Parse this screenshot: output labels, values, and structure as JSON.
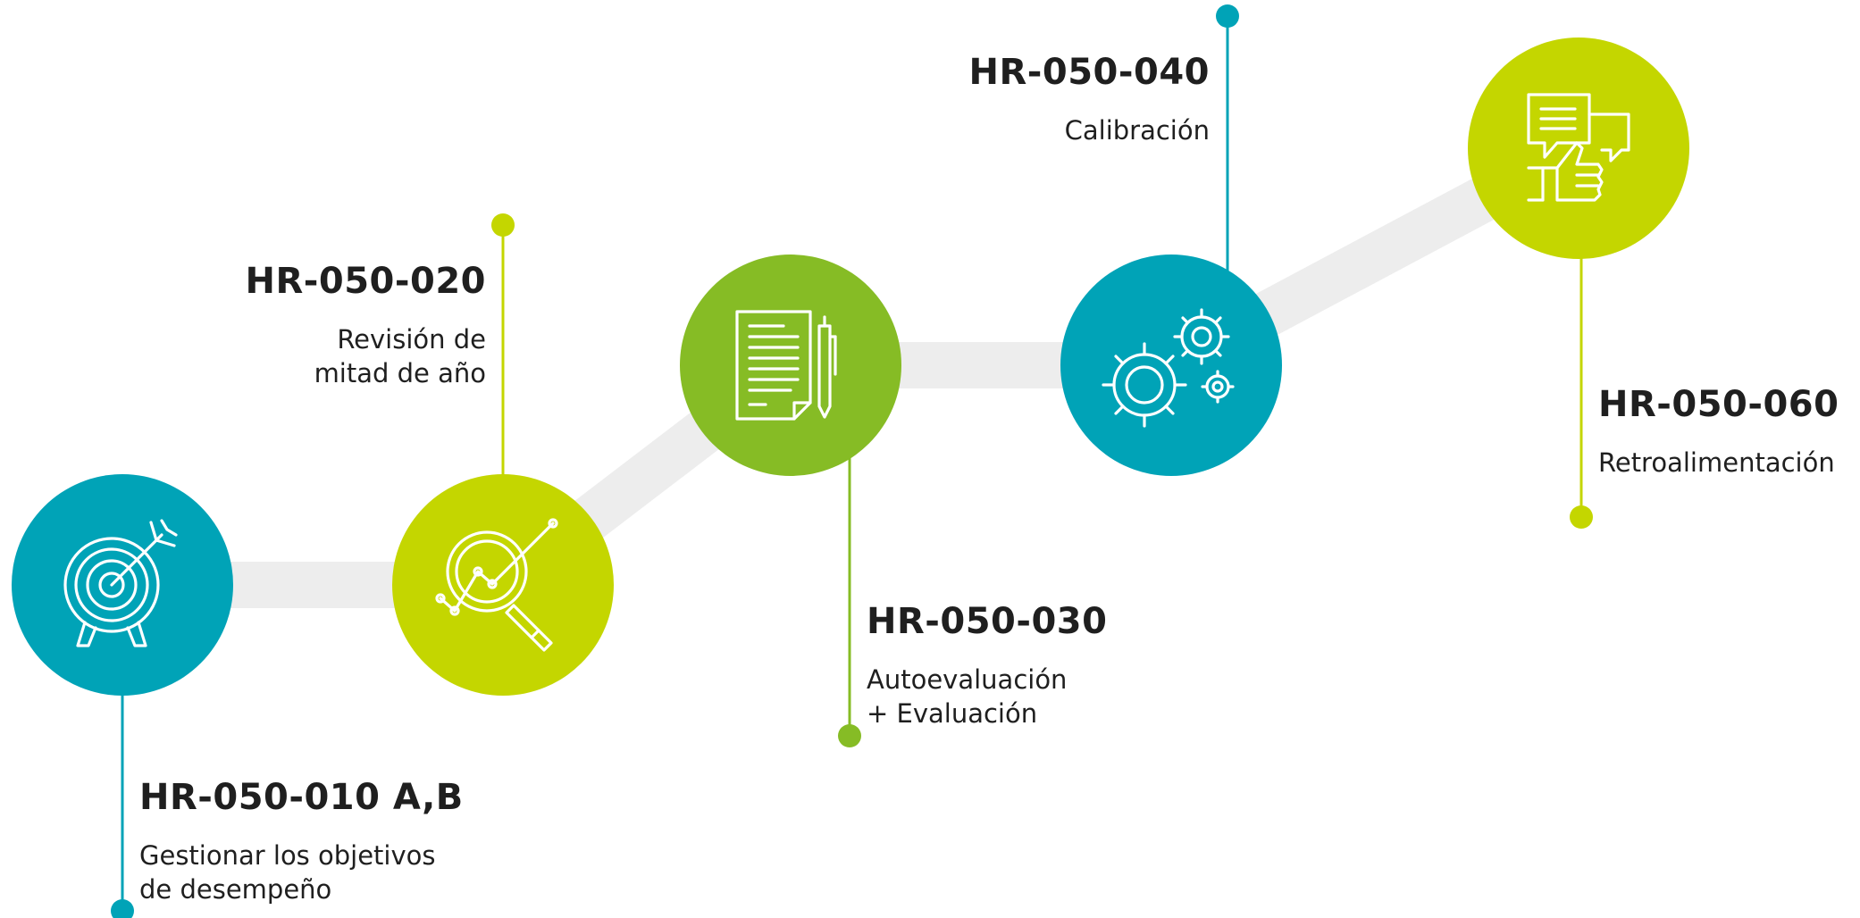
{
  "colors": {
    "teal": "#00A3B7",
    "lime": "#C4D600",
    "green": "#86BC25",
    "track": "#EDEDED",
    "text": "#1F1F1F"
  },
  "steps": [
    {
      "code": "HR-050-010 A,B",
      "description": [
        "Gestionar los objetivos",
        "de desempeño"
      ],
      "color": "teal",
      "icon": "target-arrow-icon"
    },
    {
      "code": "HR-050-020",
      "description": [
        "Revisión de",
        "mitad de año"
      ],
      "color": "lime",
      "icon": "magnifier-chart-icon"
    },
    {
      "code": "HR-050-030",
      "description": [
        "Autoevaluación",
        "+ Evaluación"
      ],
      "color": "green",
      "icon": "document-pen-icon"
    },
    {
      "code": "HR-050-040",
      "description": [
        "Calibración"
      ],
      "color": "teal",
      "icon": "gears-icon"
    },
    {
      "code": "HR-050-060",
      "description": [
        "Retroalimentación"
      ],
      "color": "lime",
      "icon": "speech-thumbsup-icon"
    }
  ]
}
